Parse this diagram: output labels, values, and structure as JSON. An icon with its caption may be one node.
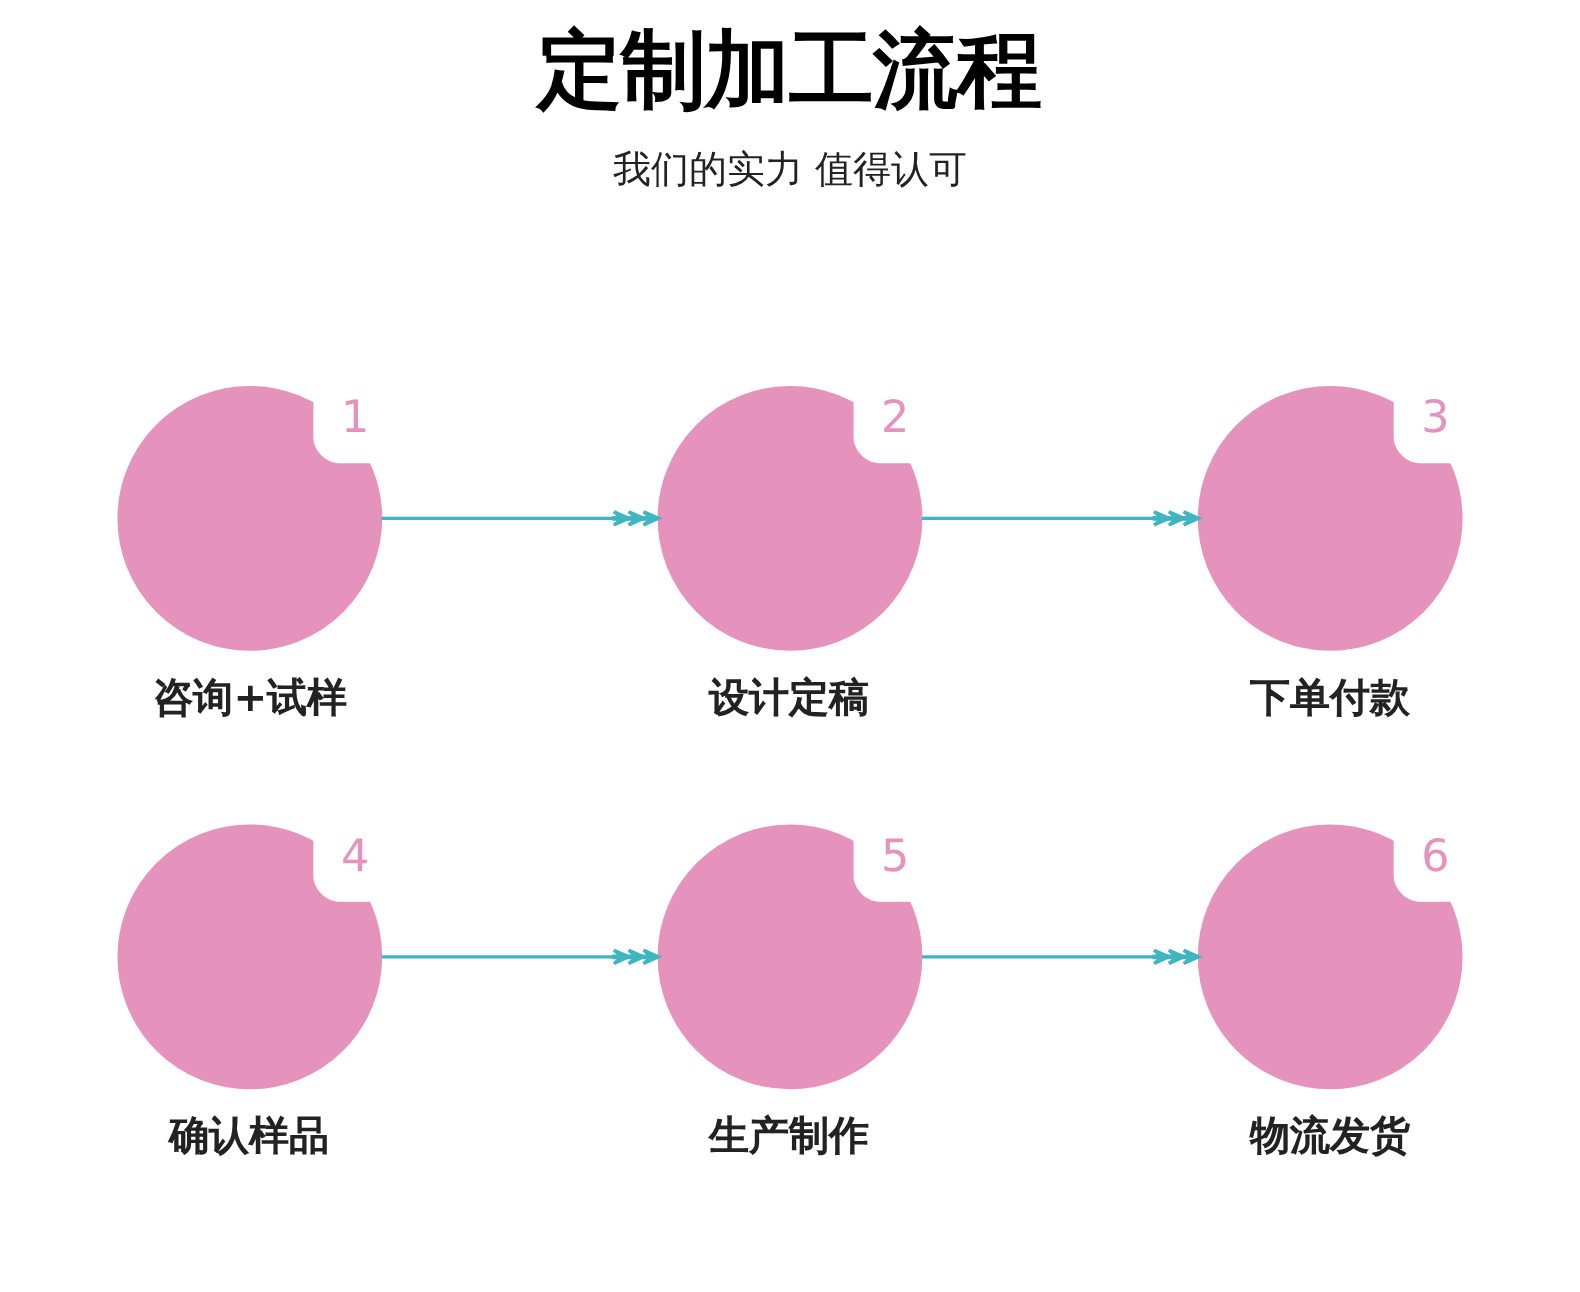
{
  "diagram": {
    "title": "定制加工流程",
    "nodes": [
      {
        "text": [
          "咨询+试样"
        ],
        "beside": [
          "1"
        ]
      },
      {
        "text": [
          "设计定稿"
        ],
        "beside": [
          "2"
        ]
      },
      {
        "text": [
          "下单付款"
        ],
        "beside": [
          "3"
        ]
      },
      {
        "text": [
          "确认样品"
        ],
        "beside": [
          "4"
        ]
      },
      {
        "text": [
          "生产制作"
        ],
        "beside": [
          "5"
        ]
      },
      {
        "text": [
          "物流发货"
        ],
        "beside": [
          "6"
        ]
      }
    ],
    "edges": [
      {
        "from": 0,
        "to": 1,
        "arrow": "to"
      },
      {
        "from": 1,
        "to": 2,
        "arrow": "to"
      },
      {
        "from": 3,
        "to": 4,
        "arrow": "to"
      },
      {
        "from": 4,
        "to": 5,
        "arrow": "to"
      }
    ],
    "labels": [
      "我们的实力 值得认可"
    ]
  }
}
